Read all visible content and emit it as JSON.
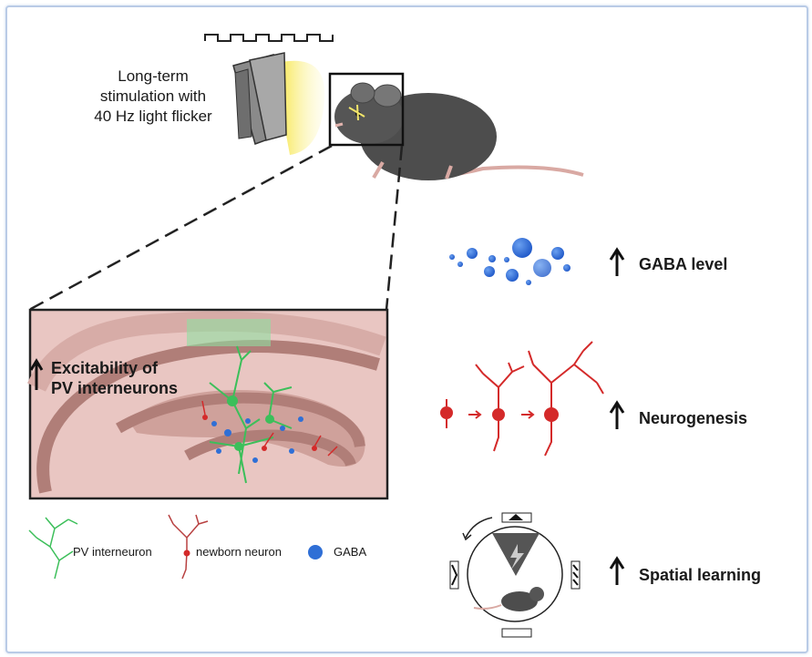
{
  "stimulation": {
    "line1": "Long-term",
    "line2": "stimulation with",
    "line3": "40 Hz light flicker"
  },
  "inset": {
    "line1": "Excitability of",
    "line2": "PV interneurons"
  },
  "outcomes": {
    "gaba": "GABA level",
    "neurogenesis": "Neurogenesis",
    "spatial": "Spatial learning"
  },
  "legend": {
    "pv": "PV interneuron",
    "newborn": "newborn neuron",
    "gaba": "GABA"
  },
  "colors": {
    "pv_green": "#3cbf5a",
    "newborn_red": "#d42a2a",
    "gaba_blue": "#2f6fd6",
    "hippocampus_bg": "#e8c4c0",
    "hippocampus_band": "#b07e78",
    "light_yellow": "#f7e84a"
  },
  "icons": [
    "up-arrow-icon",
    "mouse-icon",
    "led-lamp-icon",
    "lightning-icon",
    "square-wave-icon"
  ]
}
